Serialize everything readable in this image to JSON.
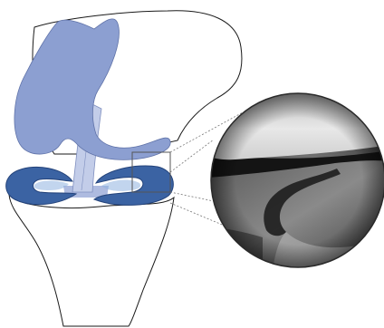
{
  "diagram": {
    "subject": "knee-joint-with-arthroscopic-zoom",
    "colors": {
      "background": "#ffffff",
      "outline": "#1a1a1a",
      "femur_fill": "#ffffff",
      "femoral_condyle": "#8c9fd1",
      "femoral_condyle_edge": "#5f72a8",
      "meniscus": "#3b63a3",
      "meniscus_edge": "#24437a",
      "meniscus_highlight": "#8fb2e0",
      "ligament": "#c3cde9",
      "ligament_edge": "#7f8fbf",
      "tibial_plateau": "#aebbe0",
      "zoom_box": "#555555",
      "leader_line": "#777777",
      "scope_dark": "#101010",
      "scope_mid": "#6e6e6e",
      "scope_light": "#dadada"
    },
    "parts": [
      {
        "id": "femur",
        "kind": "bone"
      },
      {
        "id": "femoral-condyle",
        "kind": "cartilage"
      },
      {
        "id": "cruciate-ligament",
        "kind": "ligament"
      },
      {
        "id": "medial-meniscus",
        "kind": "meniscus"
      },
      {
        "id": "lateral-meniscus",
        "kind": "meniscus"
      },
      {
        "id": "tibia",
        "kind": "bone"
      },
      {
        "id": "zoom-box",
        "kind": "callout"
      },
      {
        "id": "arthroscopic-view",
        "kind": "magnified-image"
      }
    ],
    "zoom_callout": {
      "shape": "circle",
      "style": "grayscale-endoscopic"
    }
  }
}
